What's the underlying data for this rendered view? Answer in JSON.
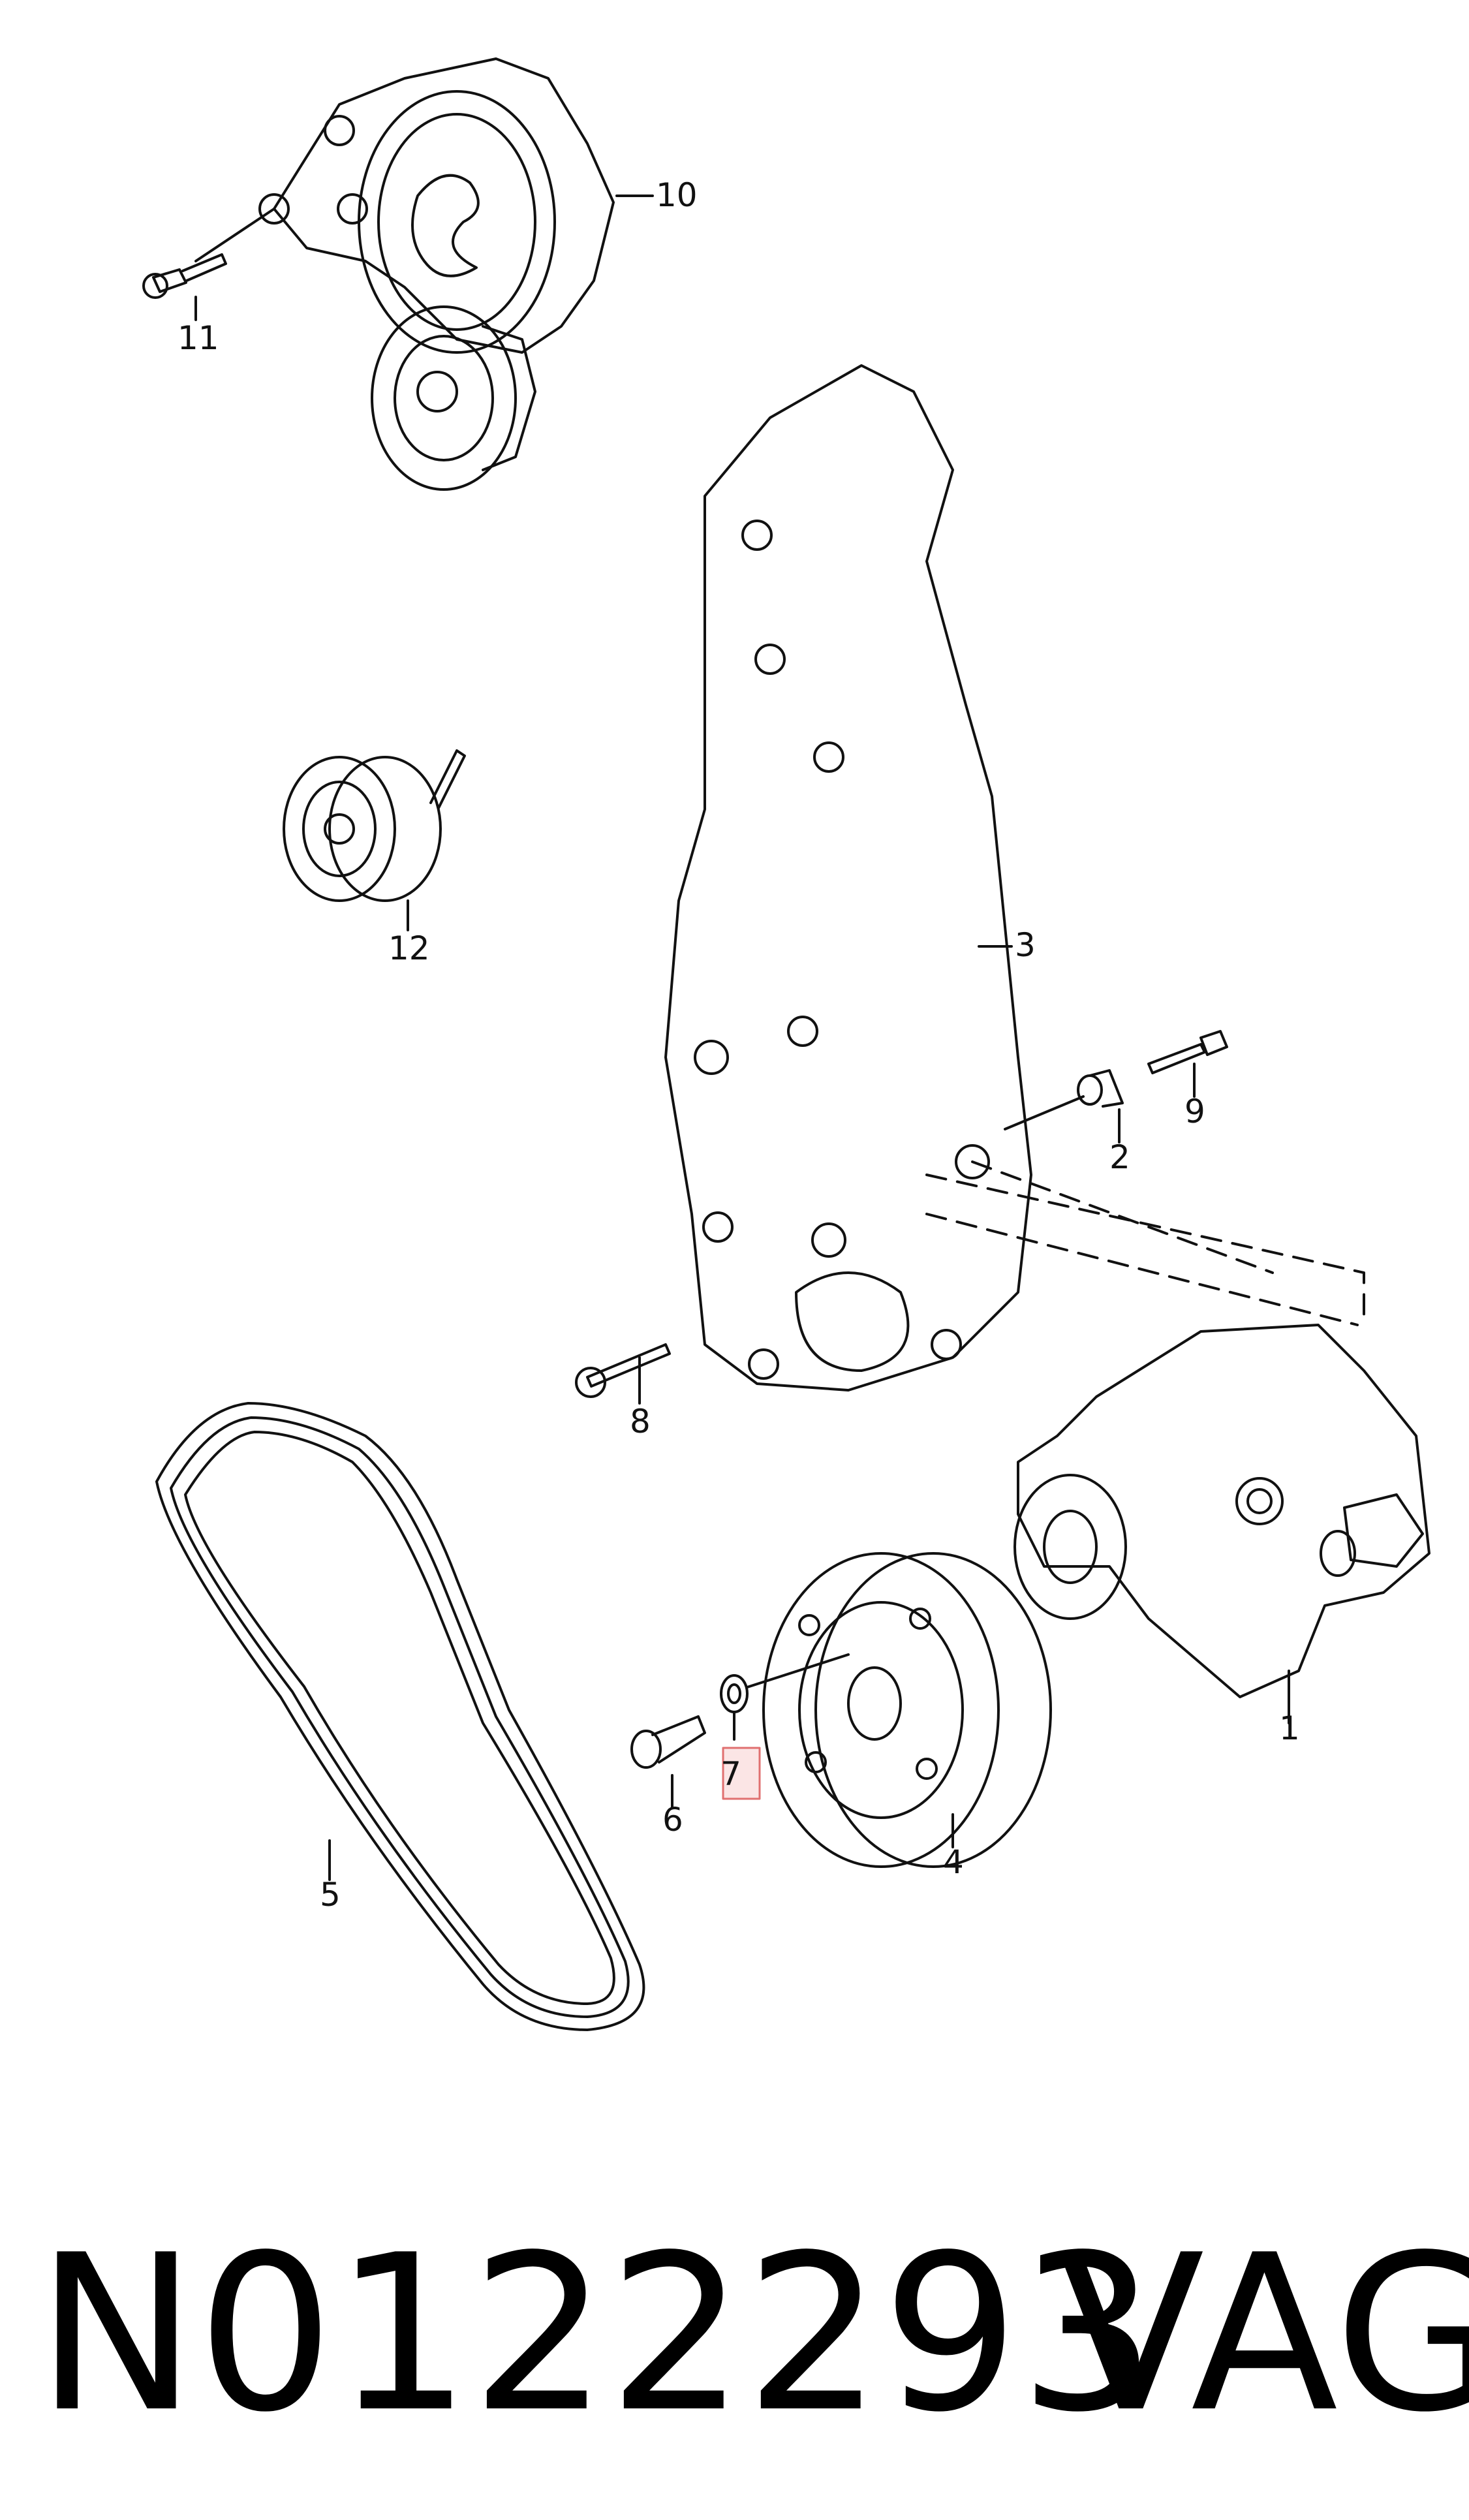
{
  "diagram": {
    "callouts": [
      {
        "id": "c1",
        "text": "1"
      },
      {
        "id": "c2",
        "text": "2"
      },
      {
        "id": "c3",
        "text": "3"
      },
      {
        "id": "c4",
        "text": "4"
      },
      {
        "id": "c5",
        "text": "5"
      },
      {
        "id": "c6",
        "text": "6"
      },
      {
        "id": "c7",
        "text": "7",
        "highlighted": true
      },
      {
        "id": "c8",
        "text": "8"
      },
      {
        "id": "c9",
        "text": "9"
      },
      {
        "id": "c10",
        "text": "10"
      },
      {
        "id": "c11",
        "text": "11"
      },
      {
        "id": "c12",
        "text": "12"
      }
    ],
    "highlight_color": "#e07070",
    "highlight_fill": "#fbe5e5"
  },
  "caption": {
    "part_number": "N0122293",
    "brand": "VAG"
  }
}
